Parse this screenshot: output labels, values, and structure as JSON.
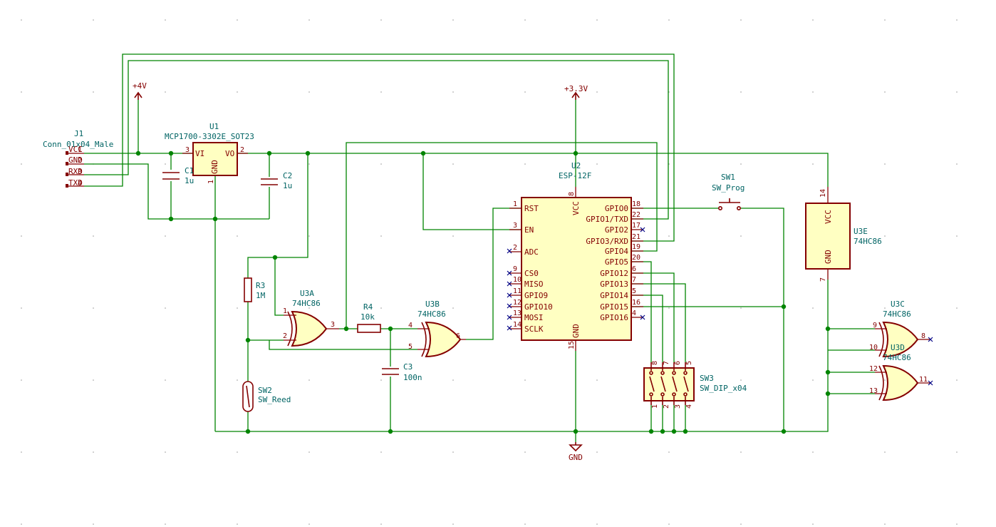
{
  "colors": {
    "wire": "#008400",
    "symbol": "#840000",
    "fill": "#ffffc2",
    "label": "#006464",
    "noconnect": "#000084"
  },
  "power": {
    "v4": "+4V",
    "v33": "+3.3V",
    "gnd": "GND"
  },
  "j1": {
    "ref": "J1",
    "value": "Conn_01x04_Male",
    "pins": [
      "VCC",
      "GND",
      "RXD",
      "TXD"
    ],
    "nums": [
      "1",
      "2",
      "3",
      "4"
    ]
  },
  "u1": {
    "ref": "U1",
    "value": "MCP1700-3302E_SOT23",
    "vi": "VI",
    "vo": "VO",
    "gnd": "GND",
    "p3": "3",
    "p2": "2",
    "p1": "1"
  },
  "c1": {
    "ref": "C1",
    "value": "1u"
  },
  "c2": {
    "ref": "C2",
    "value": "1u"
  },
  "c3": {
    "ref": "C3",
    "value": "100n"
  },
  "r3": {
    "ref": "R3",
    "value": "1M"
  },
  "r4": {
    "ref": "R4",
    "value": "10k"
  },
  "sw2": {
    "ref": "SW2",
    "value": "SW_Reed"
  },
  "sw1": {
    "ref": "SW1",
    "value": "SW_Prog"
  },
  "sw3": {
    "ref": "SW3",
    "value": "SW_DIP_x04",
    "top": [
      "8",
      "7",
      "6",
      "5"
    ],
    "bot": [
      "1",
      "2",
      "3",
      "4"
    ]
  },
  "u3a": {
    "ref": "U3A",
    "value": "74HC86",
    "p1": "1",
    "p2": "2",
    "p3": "3"
  },
  "u3b": {
    "ref": "U3B",
    "value": "74HC86",
    "p4": "4",
    "p5": "5",
    "p6": "6"
  },
  "u3c": {
    "ref": "U3C",
    "value": "74HC86",
    "p9": "9",
    "p10": "10",
    "p8": "8"
  },
  "u3d": {
    "ref": "U3D",
    "value": "74HC86",
    "p12": "12",
    "p13": "13",
    "p11": "11"
  },
  "u3e": {
    "ref": "U3E",
    "value": "74HC86",
    "vcc": "VCC",
    "gnd": "GND",
    "p14": "14",
    "p7": "7"
  },
  "u2": {
    "ref": "U2",
    "value": "ESP-12F",
    "vcc": "VCC",
    "gnd": "GND",
    "p8": "8",
    "p15": "15",
    "left": [
      {
        "num": "1",
        "name": "RST"
      },
      {
        "num": "3",
        "name": "EN"
      },
      {
        "num": "2",
        "name": "ADC"
      },
      {
        "num": "9",
        "name": "CS0"
      },
      {
        "num": "10",
        "name": "MISO"
      },
      {
        "num": "11",
        "name": "GPIO9"
      },
      {
        "num": "12",
        "name": "GPIO10"
      },
      {
        "num": "13",
        "name": "MOSI"
      },
      {
        "num": "14",
        "name": "SCLK"
      }
    ],
    "right": [
      {
        "num": "18",
        "name": "GPIO0"
      },
      {
        "num": "22",
        "name": "GPIO1/TXD"
      },
      {
        "num": "17",
        "name": "GPIO2"
      },
      {
        "num": "21",
        "name": "GPIO3/RXD"
      },
      {
        "num": "19",
        "name": "GPIO4"
      },
      {
        "num": "20",
        "name": "GPIO5"
      },
      {
        "num": "6",
        "name": "GPIO12"
      },
      {
        "num": "7",
        "name": "GPIO13"
      },
      {
        "num": "5",
        "name": "GPIO14"
      },
      {
        "num": "16",
        "name": "GPIO15"
      },
      {
        "num": "4",
        "name": "GPIO16"
      }
    ]
  }
}
